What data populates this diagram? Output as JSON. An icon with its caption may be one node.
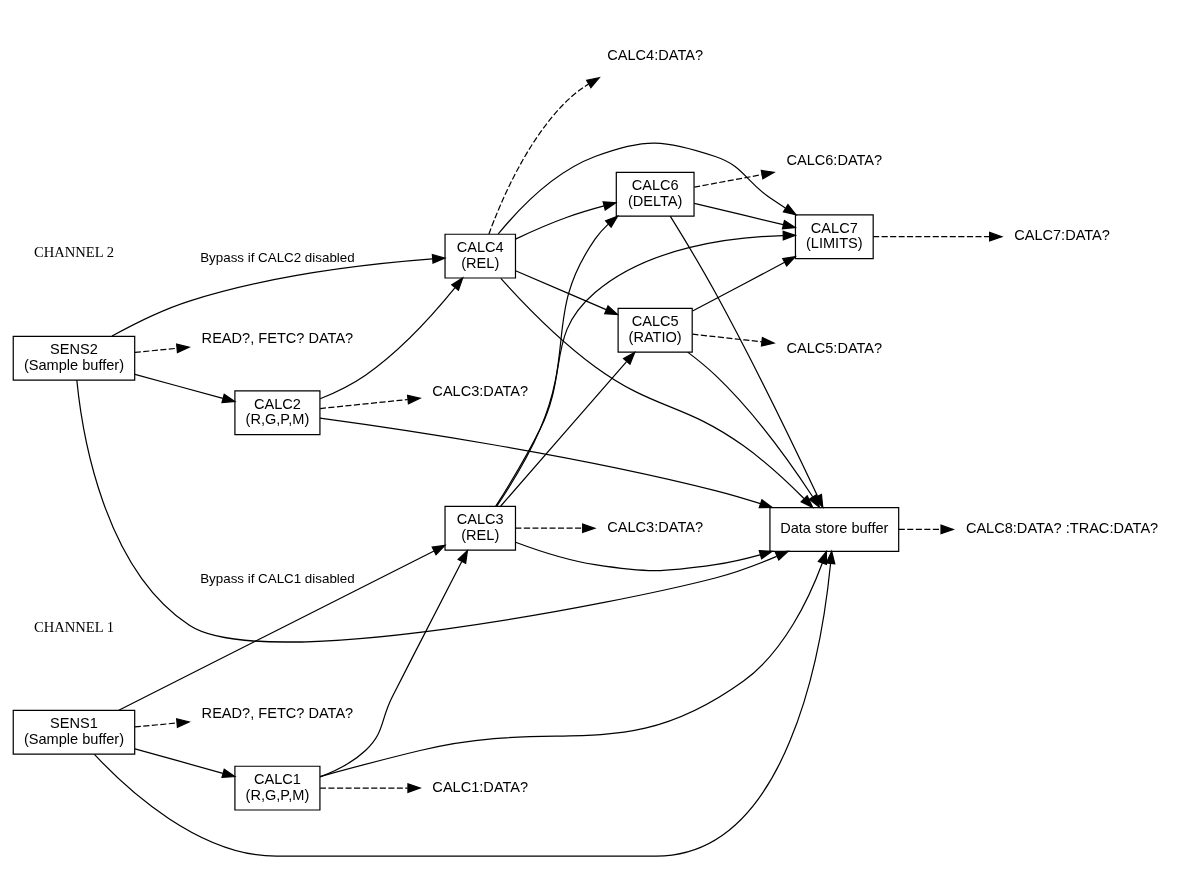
{
  "diagram": {
    "nodes": [
      {
        "text": [
          "SENS1",
          "(Sample buffer)"
        ]
      },
      {
        "text": [
          "CALC1",
          "(R,G,P,M)"
        ]
      },
      {
        "text": [
          "CALC3",
          "(REL)"
        ]
      },
      {
        "text": [
          "CALC5",
          "(RATIO)"
        ]
      },
      {
        "text": [
          "CALC7",
          "(LIMITS)"
        ]
      },
      {
        "text": [
          "CALC6",
          "(DELTA)"
        ]
      },
      {
        "text": [
          "Data store buffer"
        ]
      },
      {
        "text": [
          "SENS2",
          "(Sample buffer)"
        ]
      },
      {
        "text": [
          "CALC2",
          "(R,G,P,M)"
        ]
      },
      {
        "text": [
          "CALC4",
          "(REL)"
        ]
      },
      {
        "text": [
          "READ?, FETC? DATA?"
        ]
      },
      {
        "text": [
          "CALC1:DATA?"
        ]
      },
      {
        "text": [
          "CALC3:DATA?"
        ]
      },
      {
        "text": [
          "CALC5:DATA?"
        ]
      },
      {
        "text": [
          "CALC7:DATA?"
        ]
      },
      {
        "text": [
          "CALC6:DATA?"
        ]
      },
      {
        "text": [
          "CALC8:DATA? :TRAC:DATA?"
        ]
      },
      {
        "text": [
          "READ?, FETC? DATA?"
        ]
      },
      {
        "text": [
          "CALC3:DATA?"
        ]
      },
      {
        "text": [
          "CALC4:DATA?"
        ]
      }
    ],
    "edges": [
      {
        "from": 0,
        "to": 10,
        "arrow": "to",
        "style": "dashed"
      },
      {
        "from": 1,
        "to": 11,
        "arrow": "to",
        "style": "dashed"
      },
      {
        "from": 2,
        "to": 12,
        "arrow": "to",
        "style": "dashed"
      },
      {
        "from": 0,
        "to": 1,
        "arrow": "to"
      },
      {
        "from": 1,
        "to": 2,
        "arrow": "to"
      },
      {
        "from": 0,
        "to": 2,
        "arrow": "to",
        "label": "Bypass if CALC1 disabled"
      },
      {
        "from": 2,
        "to": 3,
        "arrow": "to"
      },
      {
        "from": 2,
        "to": 4,
        "arrow": "to"
      },
      {
        "from": 2,
        "to": 5,
        "arrow": "to"
      },
      {
        "from": 2,
        "to": 6,
        "arrow": "to"
      },
      {
        "from": 1,
        "to": 6,
        "arrow": "to"
      },
      {
        "from": 0,
        "to": 6,
        "arrow": "to"
      },
      {
        "from": 3,
        "to": 6,
        "arrow": "to"
      },
      {
        "from": 3,
        "to": 4,
        "arrow": "to"
      },
      {
        "from": 5,
        "to": 4,
        "arrow": "to"
      },
      {
        "from": 5,
        "to": 6,
        "arrow": "to"
      },
      {
        "from": 7,
        "to": 8,
        "arrow": "to"
      },
      {
        "from": 8,
        "to": 9,
        "arrow": "to"
      },
      {
        "from": 7,
        "to": 9,
        "arrow": "to",
        "label": "Bypass if CALC2 disabled"
      },
      {
        "from": 7,
        "to": 6,
        "arrow": "to"
      },
      {
        "from": 8,
        "to": 6,
        "arrow": "to"
      },
      {
        "from": 9,
        "to": 3,
        "arrow": "to"
      },
      {
        "from": 9,
        "to": 4,
        "arrow": "to"
      },
      {
        "from": 9,
        "to": 5,
        "arrow": "to"
      },
      {
        "from": 9,
        "to": 6,
        "arrow": "to"
      },
      {
        "from": 3,
        "to": 13,
        "arrow": "to",
        "style": "dashed"
      },
      {
        "from": 4,
        "to": 14,
        "arrow": "to",
        "style": "dashed"
      },
      {
        "from": 5,
        "to": 15,
        "arrow": "to",
        "style": "dashed"
      },
      {
        "from": 6,
        "to": 16,
        "arrow": "to",
        "style": "dashed"
      },
      {
        "from": 7,
        "to": 17,
        "arrow": "to",
        "style": "dashed"
      },
      {
        "from": 8,
        "to": 18,
        "arrow": "to",
        "style": "dashed"
      },
      {
        "from": 9,
        "to": 19,
        "arrow": "to",
        "style": "dashed"
      }
    ],
    "labels": [
      "CHANNEL 1",
      "CHANNEL 2"
    ]
  }
}
